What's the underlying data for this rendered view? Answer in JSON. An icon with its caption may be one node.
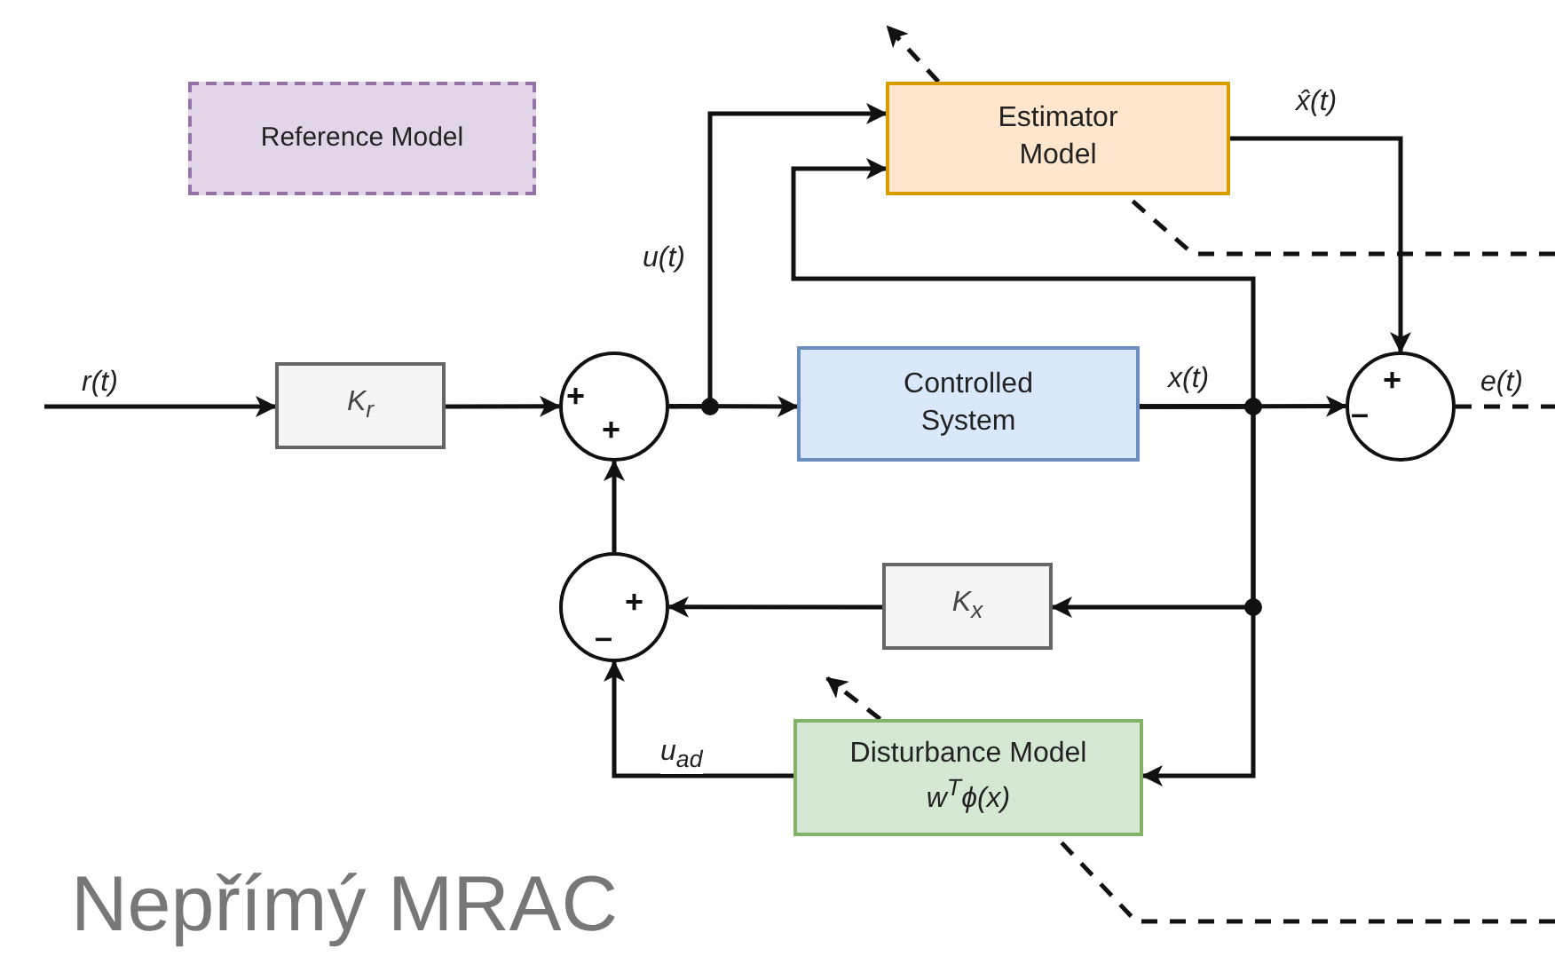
{
  "diagram": {
    "caption": "Nepřímý MRAC",
    "nodes": [
      {
        "text": [
          "Reference Model"
        ]
      },
      {
        "text": [
          "Estimator Model"
        ]
      },
      {
        "text": [
          "K$_{r}$"
        ]
      },
      {
        "text": [
          "+",
          "+"
        ]
      },
      {
        "text": [
          "Controlled System"
        ]
      },
      {
        "text": [
          "+",
          "–"
        ]
      },
      {
        "text": [
          "+",
          "–"
        ]
      },
      {
        "text": [
          "K$_{x}$"
        ]
      },
      {
        "text": [
          "Disturbance Model",
          "w$^{T}$ϕ(x)"
        ]
      }
    ],
    "edges": [
      {
        "from": null,
        "to": 2,
        "arrow": "to",
        "label": "r(t)"
      },
      {
        "from": 2,
        "to": 3,
        "arrow": "to"
      },
      {
        "from": 3,
        "to": 4,
        "arrow": "to"
      },
      {
        "from": 3,
        "to": 1,
        "arrow": "to",
        "label": "u(t)"
      },
      {
        "from": 4,
        "to": 5,
        "arrow": "to",
        "label": "x(t)"
      },
      {
        "from": 4,
        "to": 1,
        "arrow": "to"
      },
      {
        "from": 4,
        "to": 7,
        "arrow": "to"
      },
      {
        "from": 4,
        "to": 8,
        "arrow": "to"
      },
      {
        "from": 7,
        "to": 6,
        "arrow": "to"
      },
      {
        "from": 8,
        "to": 6,
        "arrow": "to",
        "label": "u$_{ad}$"
      },
      {
        "from": 6,
        "to": 3,
        "arrow": "to"
      },
      {
        "from": 1,
        "to": 5,
        "arrow": "to",
        "label": "x̂(t)"
      },
      {
        "from": 5,
        "to": null,
        "arrow": "none",
        "style": "dashed",
        "label": "e(t)"
      },
      {
        "from": null,
        "to": 1,
        "arrow": "none",
        "style": "dashed"
      },
      {
        "from": 1,
        "to": null,
        "arrow": "to",
        "style": "dashed"
      },
      {
        "from": null,
        "to": 8,
        "arrow": "none",
        "style": "dashed"
      },
      {
        "from": 8,
        "to": null,
        "arrow": "to",
        "style": "dashed"
      }
    ]
  }
}
